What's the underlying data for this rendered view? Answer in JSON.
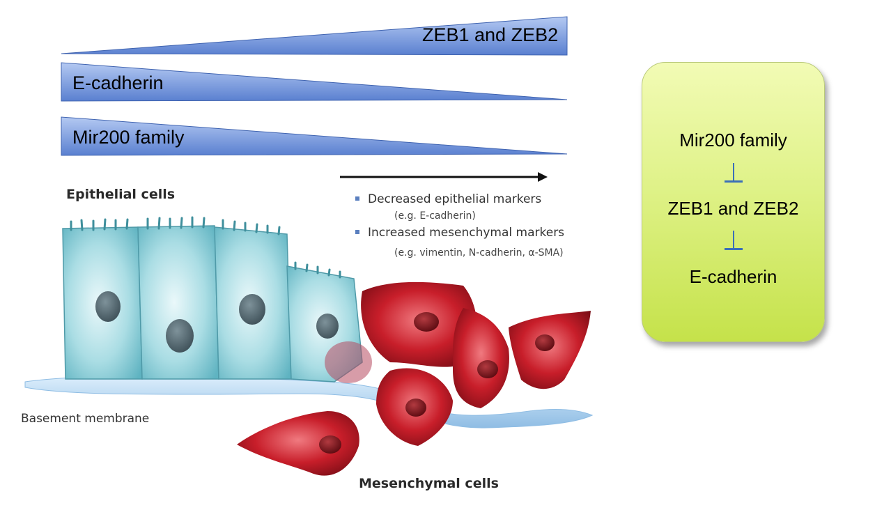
{
  "gradients": {
    "zeb": "ZEB1 and ZEB2",
    "ecadherin": "E-cadherin",
    "mir200": "Mir200 family"
  },
  "figure": {
    "epithelial_label": "Epithelial cells",
    "basement_label": "Basement membrane",
    "mesenchymal_label": "Mesenchymal cells",
    "bullets": [
      {
        "text": "Decreased epithelial markers",
        "sub": "(e.g. E-cadherin)"
      },
      {
        "text": "Increased mesenchymal markers",
        "sub": "(e.g. vimentin, N-cadherin, α-SMA)"
      }
    ]
  },
  "pathway": {
    "items": [
      "Mir200 family",
      "ZEB1 and ZEB2",
      "E-cadherin"
    ],
    "relation": "inhibits"
  },
  "colors": {
    "wedge_top": "#a9c0ee",
    "wedge_bottom": "#5f86d4",
    "epithelial": "#9fd6de",
    "mesenchymal": "#c8202a",
    "box_fill": "#dff288"
  }
}
